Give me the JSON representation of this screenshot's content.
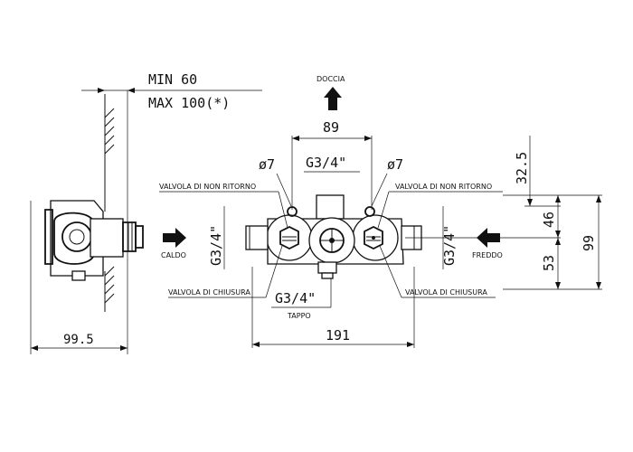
{
  "labels": {
    "min_depth": "MIN 60",
    "max_depth": "MAX 100(*)",
    "doccia": "DOCCIA",
    "width_89": "89",
    "phi7_left": "ø7",
    "phi7_right": "ø7",
    "g34_top": "G3/4\"",
    "g34_left": "G3/4\"",
    "g34_right": "G3/4\"",
    "g34_bottom": "G3/4\"",
    "valvola_non_ritorno_left": "VALVOLA DI NON RITORNO",
    "valvola_non_ritorno_right": "VALVOLA DI NON RITORNO",
    "valvola_chiusura_left": "VALVOLA DI CHIUSURA",
    "valvola_chiusura_right": "VALVOLA DI CHIUSURA",
    "caldo": "CALDO",
    "freddo": "FREDDO",
    "tappo": "TAPPO",
    "dim_191": "191",
    "dim_99_5": "99.5",
    "dim_32_5": "32.5",
    "dim_46": "46",
    "dim_53": "53",
    "dim_99": "99"
  }
}
